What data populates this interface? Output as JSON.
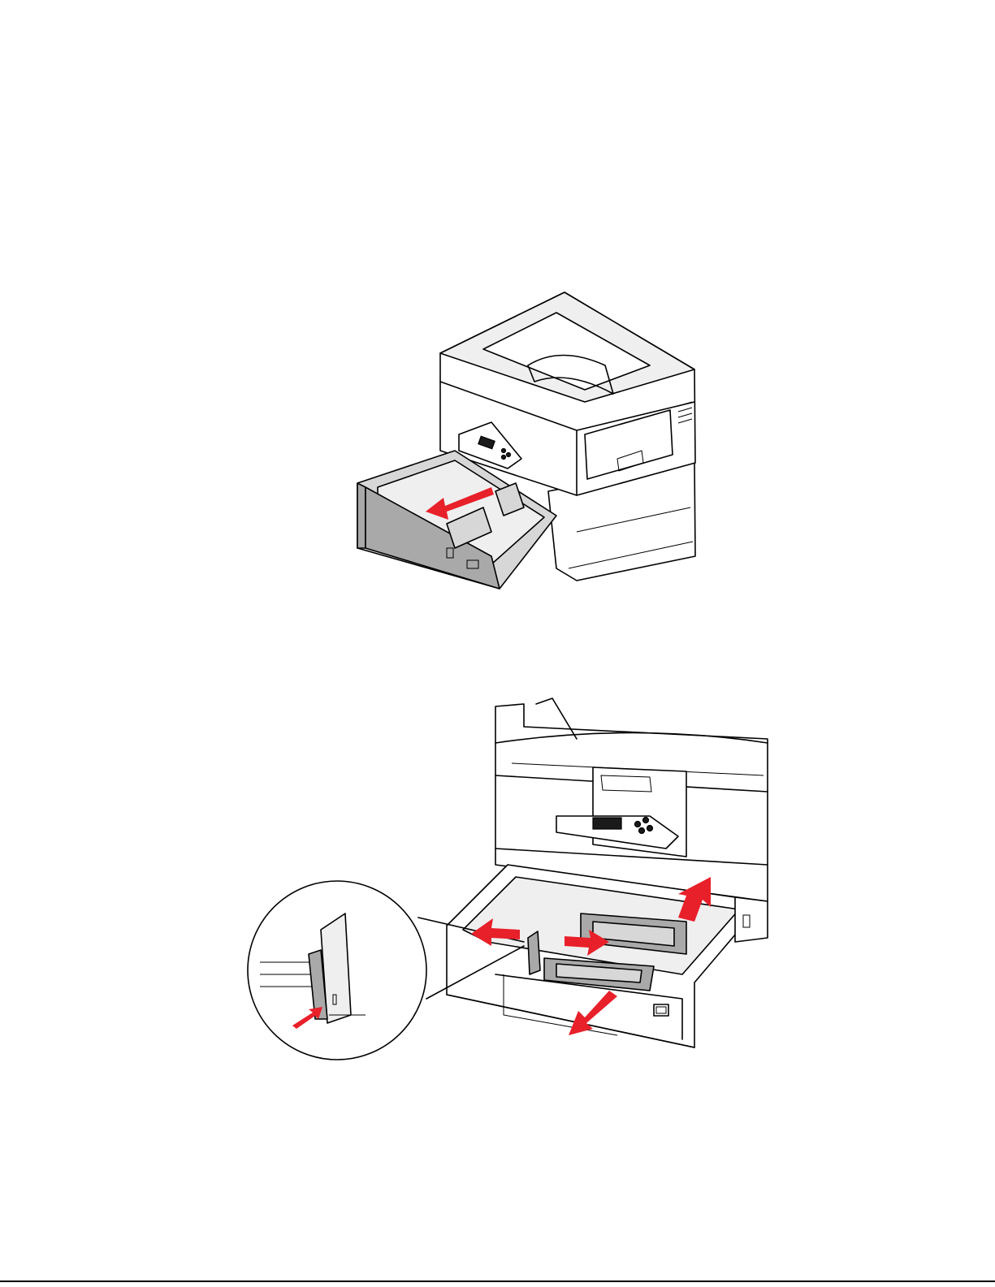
{
  "figures": [
    {
      "id": "printer-tray-pull-out"
    },
    {
      "id": "tray-guide-adjust"
    }
  ],
  "colors": {
    "arrow": "#e8202a",
    "tray_gray": "#a9a9a9",
    "light_gray": "#efefef",
    "line": "#000000"
  },
  "icons": {
    "arrow": "red-direction-arrow",
    "detail": "magnifier-callout"
  }
}
